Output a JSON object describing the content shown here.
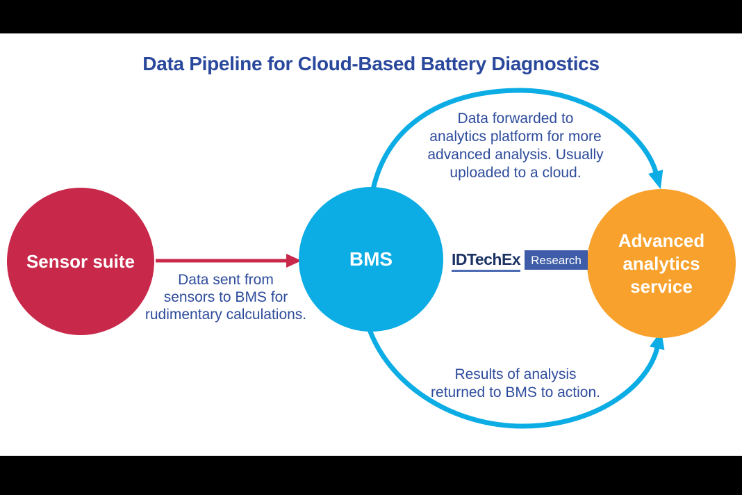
{
  "title": "Data Pipeline for Cloud-Based Battery Diagnostics",
  "nodes": {
    "sensor_suite": {
      "label": "Sensor suite",
      "color": "#c8294a"
    },
    "bms": {
      "label": "BMS",
      "color": "#0cace4"
    },
    "analytics": {
      "lines": [
        "Advanced",
        "analytics",
        "service"
      ],
      "color": "#f8a12c"
    }
  },
  "edges": {
    "sensor_to_bms": {
      "lines": [
        "Data sent from",
        "sensors to BMS for",
        "rudimentary calculations."
      ],
      "color": "#c8294a",
      "direction": "left-to-right"
    },
    "bms_to_analytics": {
      "lines": [
        "Data forwarded to",
        "analytics platform for more",
        "advanced analysis. Usually",
        "uploaded to a cloud."
      ],
      "color": "#0cace4",
      "direction": "top-arc-left-to-right"
    },
    "analytics_to_bms_return": {
      "lines": [
        "Results of analysis",
        "returned to BMS to action."
      ],
      "color": "#0cace4",
      "direction": "bottom-arc-into-analytics"
    }
  },
  "logo": {
    "brand": "IDTechEx",
    "tag": "Research"
  },
  "colors": {
    "letterbox": "#000000",
    "background": "#ffffff",
    "title_text": "#2a489c",
    "note_text": "#2e4c9c",
    "logo_navy": "#1c3363",
    "logo_box_blue": "#3e5ca7"
  }
}
